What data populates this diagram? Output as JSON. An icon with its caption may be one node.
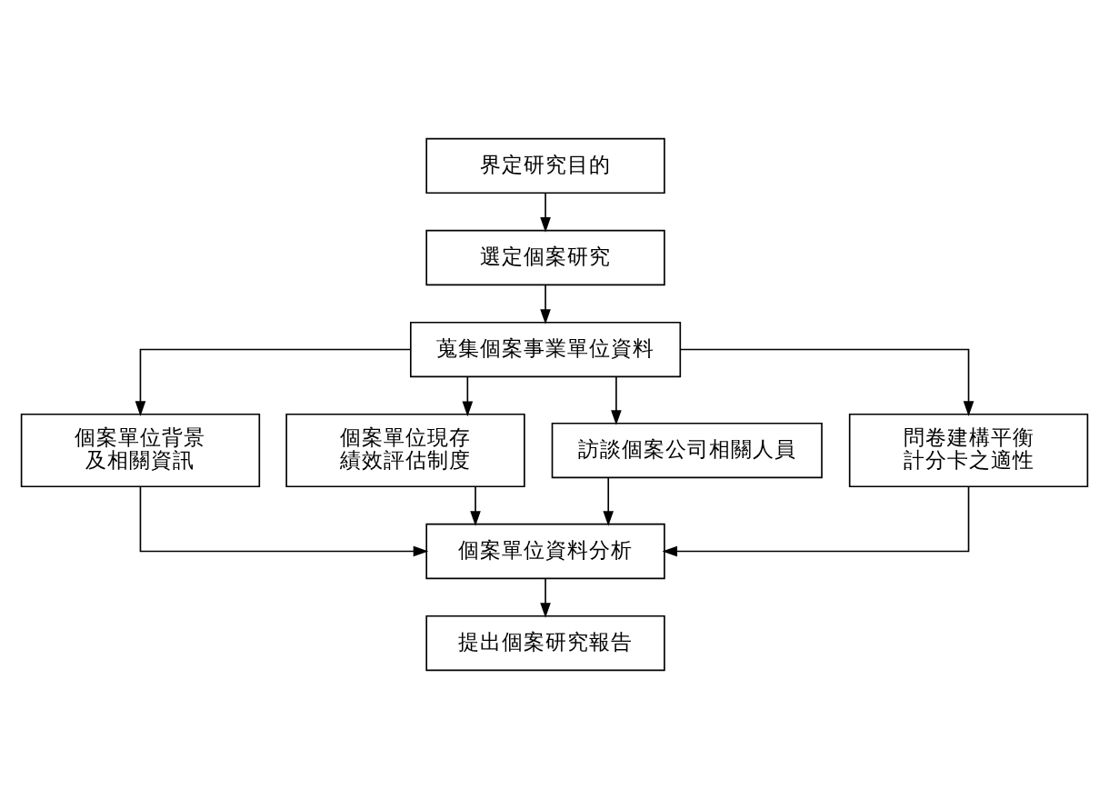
{
  "diagram": {
    "nodes": [
      {
        "text": [
          "界定研究目的"
        ]
      },
      {
        "text": [
          "選定個案研究"
        ]
      },
      {
        "text": [
          "蒐集個案事業單位資料"
        ]
      },
      {
        "text": [
          "個案單位背景及相關資訊"
        ]
      },
      {
        "text": [
          "個案單位現存績效評估制度"
        ]
      },
      {
        "text": [
          "訪談個案公司相關人員"
        ]
      },
      {
        "text": [
          "問卷建構平衡計分卡之適性"
        ]
      },
      {
        "text": [
          "個案單位資料分析"
        ]
      },
      {
        "text": [
          "提出個案研究報告"
        ]
      }
    ],
    "edges": [
      {
        "from": 0,
        "to": 1,
        "arrow": "to"
      },
      {
        "from": 1,
        "to": 2,
        "arrow": "to"
      },
      {
        "from": 2,
        "to": 3,
        "arrow": "to"
      },
      {
        "from": 2,
        "to": 4,
        "arrow": "to"
      },
      {
        "from": 2,
        "to": 5,
        "arrow": "to"
      },
      {
        "from": 2,
        "to": 6,
        "arrow": "to"
      },
      {
        "from": 3,
        "to": 7,
        "arrow": "to"
      },
      {
        "from": 4,
        "to": 7,
        "arrow": "to"
      },
      {
        "from": 5,
        "to": 7,
        "arrow": "to"
      },
      {
        "from": 6,
        "to": 7,
        "arrow": "to"
      },
      {
        "from": 7,
        "to": 8,
        "arrow": "to"
      }
    ]
  }
}
